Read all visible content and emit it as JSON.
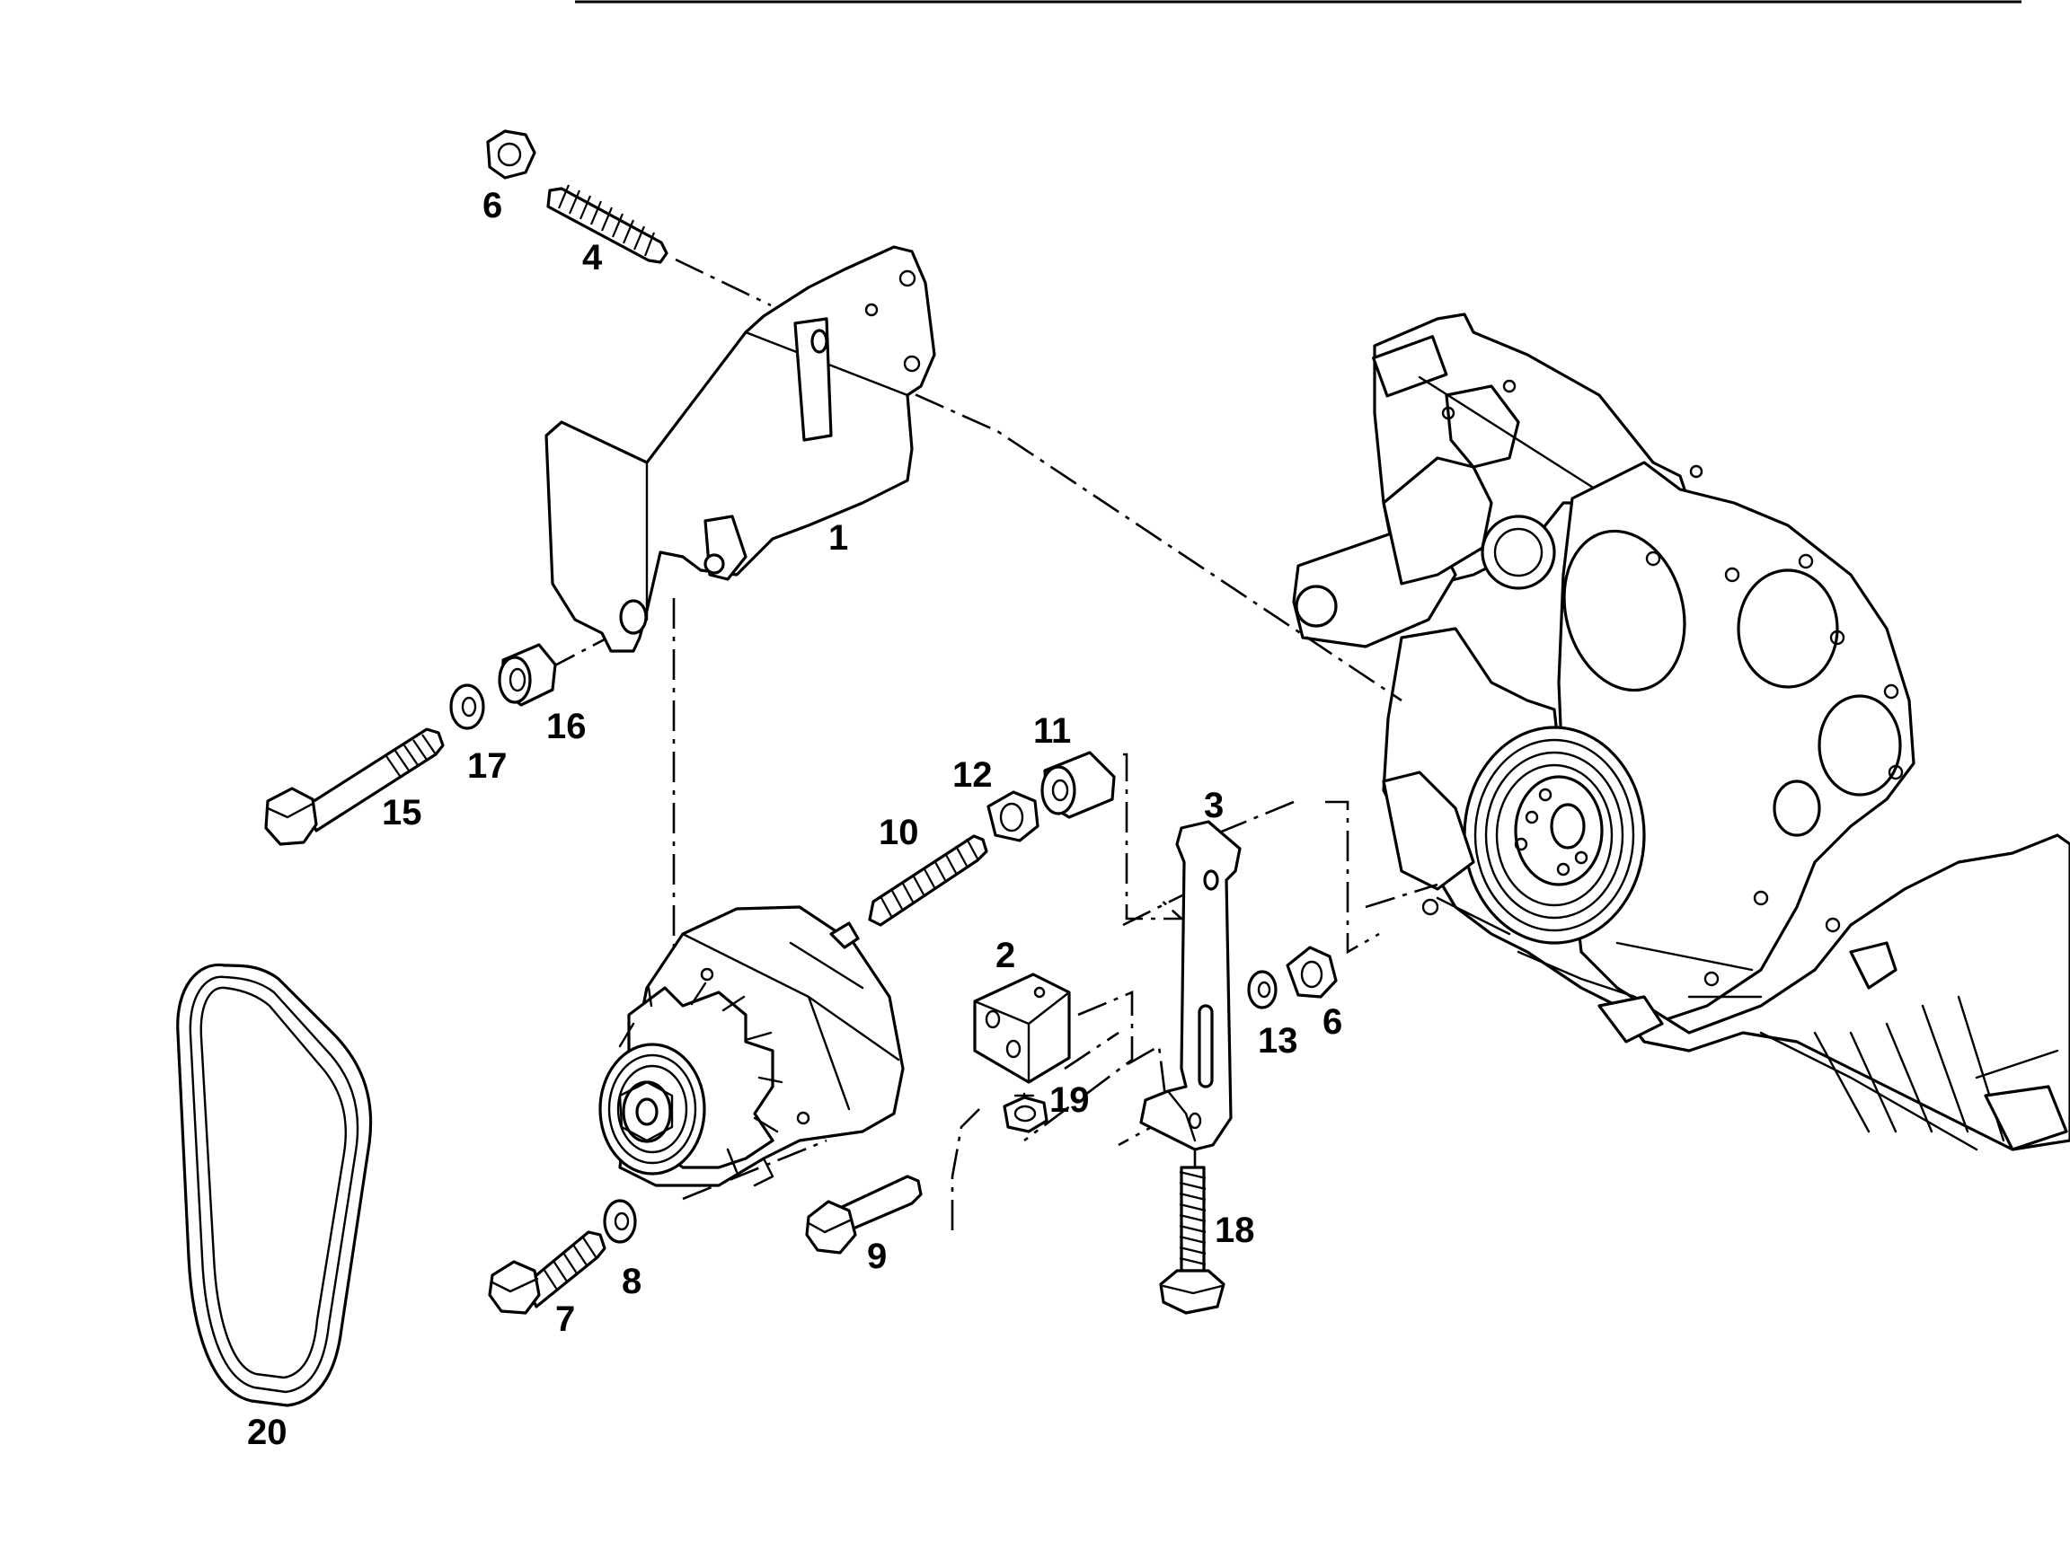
{
  "diagram": {
    "callouts": [
      {
        "id": "p1",
        "label": "1"
      },
      {
        "id": "p2",
        "label": "2"
      },
      {
        "id": "p3",
        "label": "3"
      },
      {
        "id": "p4",
        "label": "4"
      },
      {
        "id": "p6a",
        "label": "6"
      },
      {
        "id": "p6b",
        "label": "6"
      },
      {
        "id": "p7",
        "label": "7"
      },
      {
        "id": "p8",
        "label": "8"
      },
      {
        "id": "p9",
        "label": "9"
      },
      {
        "id": "p10",
        "label": "10"
      },
      {
        "id": "p11",
        "label": "11"
      },
      {
        "id": "p12",
        "label": "12"
      },
      {
        "id": "p13",
        "label": "13"
      },
      {
        "id": "p15",
        "label": "15"
      },
      {
        "id": "p16",
        "label": "16"
      },
      {
        "id": "p17",
        "label": "17"
      },
      {
        "id": "p18",
        "label": "18"
      },
      {
        "id": "p19",
        "label": "19"
      },
      {
        "id": "p20",
        "label": "20"
      }
    ]
  }
}
